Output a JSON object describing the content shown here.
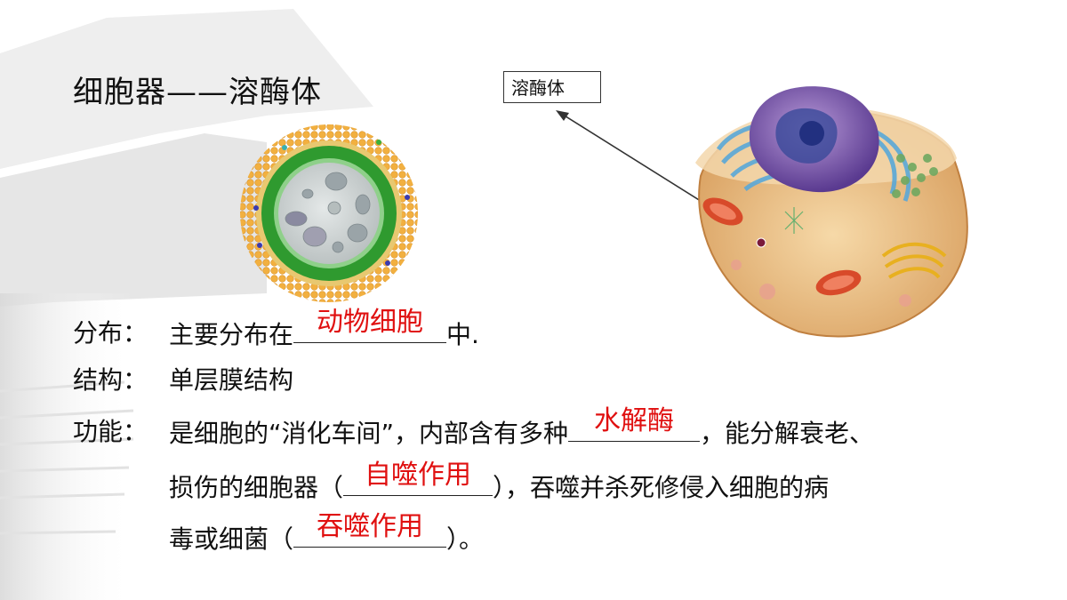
{
  "title": "细胞器——溶酶体",
  "label_box": "溶酶体",
  "distribution": {
    "key": "分布：",
    "prefix": "主要分布在",
    "answer": "动物细胞",
    "suffix": "中."
  },
  "structure": {
    "key": "结构：",
    "text": "单层膜结构"
  },
  "function": {
    "key": "功能：",
    "line1_prefix": "是细胞的“消化车间”，内部含有多种",
    "line1_answer": "水解酶",
    "line1_suffix": "，能分解衰老、",
    "line2_prefix": "损伤的细胞器（",
    "line2_answer": "自噬作用",
    "line2_suffix": "），吞噬并杀死修侵入细胞的病",
    "line3_prefix": "毒或细菌（",
    "line3_answer": "吞噬作用",
    "line3_suffix": "）。"
  },
  "colors": {
    "answer": "#e01010",
    "membrane_outer": "#f0a836",
    "membrane_green": "#2f9a2f",
    "lumen": "#cfd4d4"
  }
}
